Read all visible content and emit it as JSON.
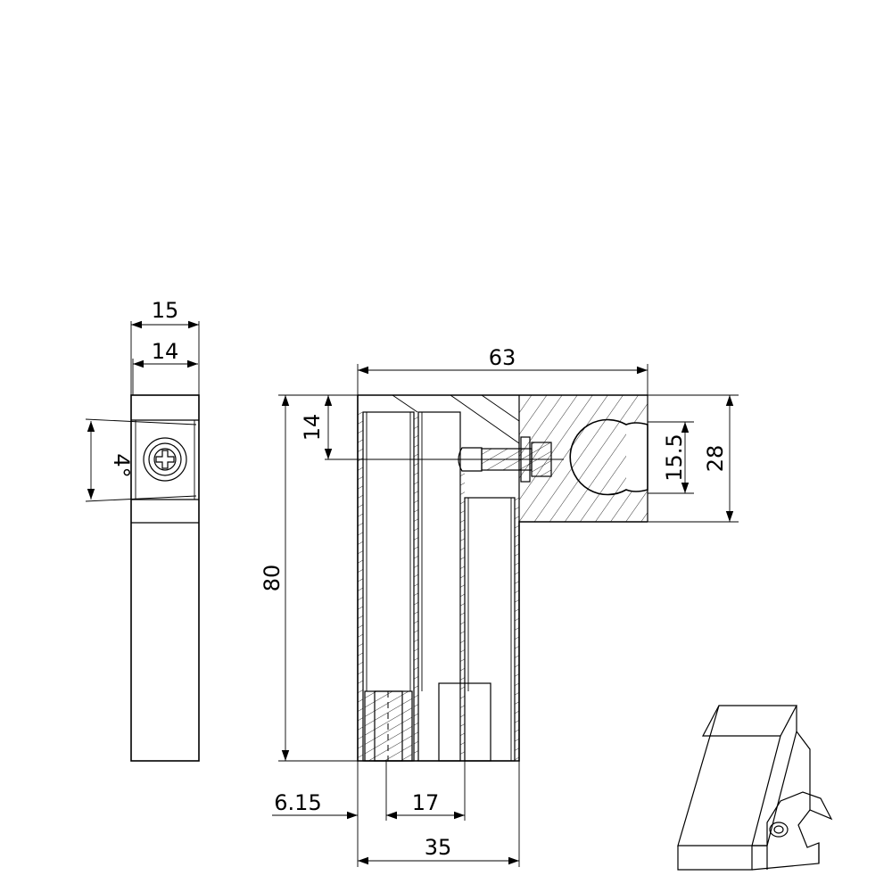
{
  "drawing": {
    "side_view": {
      "width_outer": "15",
      "width_inner": "14",
      "angle": "4°"
    },
    "front_view": {
      "overall_width": "63",
      "height": "80",
      "top_offset": "14",
      "clamp_diameter": "15.5",
      "clamp_height": "28",
      "left_offset": "6.15",
      "hole_spacing": "17",
      "base_width": "35"
    }
  }
}
